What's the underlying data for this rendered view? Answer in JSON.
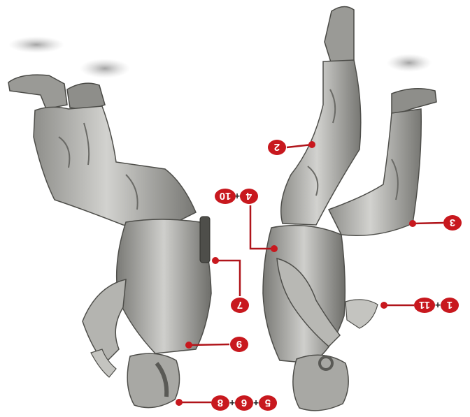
{
  "colors": {
    "marker": "#c8181e",
    "leader": "#b0141a",
    "figure_light": "#c9c9c6",
    "figure_mid": "#9c9c98",
    "figure_dark": "#5e5e5a",
    "shadow": "#bdbdbd"
  },
  "callouts": [
    {
      "id": "c2",
      "labels": [
        "2"
      ]
    },
    {
      "id": "c4-10",
      "labels": [
        "4",
        "10"
      ],
      "joiner": "+"
    },
    {
      "id": "c3",
      "labels": [
        "3"
      ]
    },
    {
      "id": "c7",
      "labels": [
        "7"
      ]
    },
    {
      "id": "c1-11",
      "labels": [
        "1",
        "11"
      ],
      "joiner": "+"
    },
    {
      "id": "c9",
      "labels": [
        "9"
      ]
    },
    {
      "id": "c5-6-8",
      "labels": [
        "5",
        "6",
        "8"
      ],
      "joiner": "+"
    }
  ]
}
